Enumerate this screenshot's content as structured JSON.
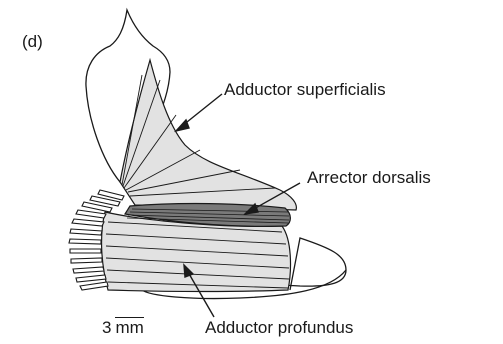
{
  "panel_label": "(d)",
  "labels": {
    "adductor_superficialis": "Adductor superficialis",
    "arrector_dorsalis": "Arrector dorsalis",
    "adductor_profundus": "Adductor profundus"
  },
  "scale_bar": {
    "value": "3",
    "unit": "mm"
  },
  "colors": {
    "line": "#1a1a1a",
    "muscle_fill": "#e2e2e2",
    "dark_band": "#7a7a7a"
  }
}
